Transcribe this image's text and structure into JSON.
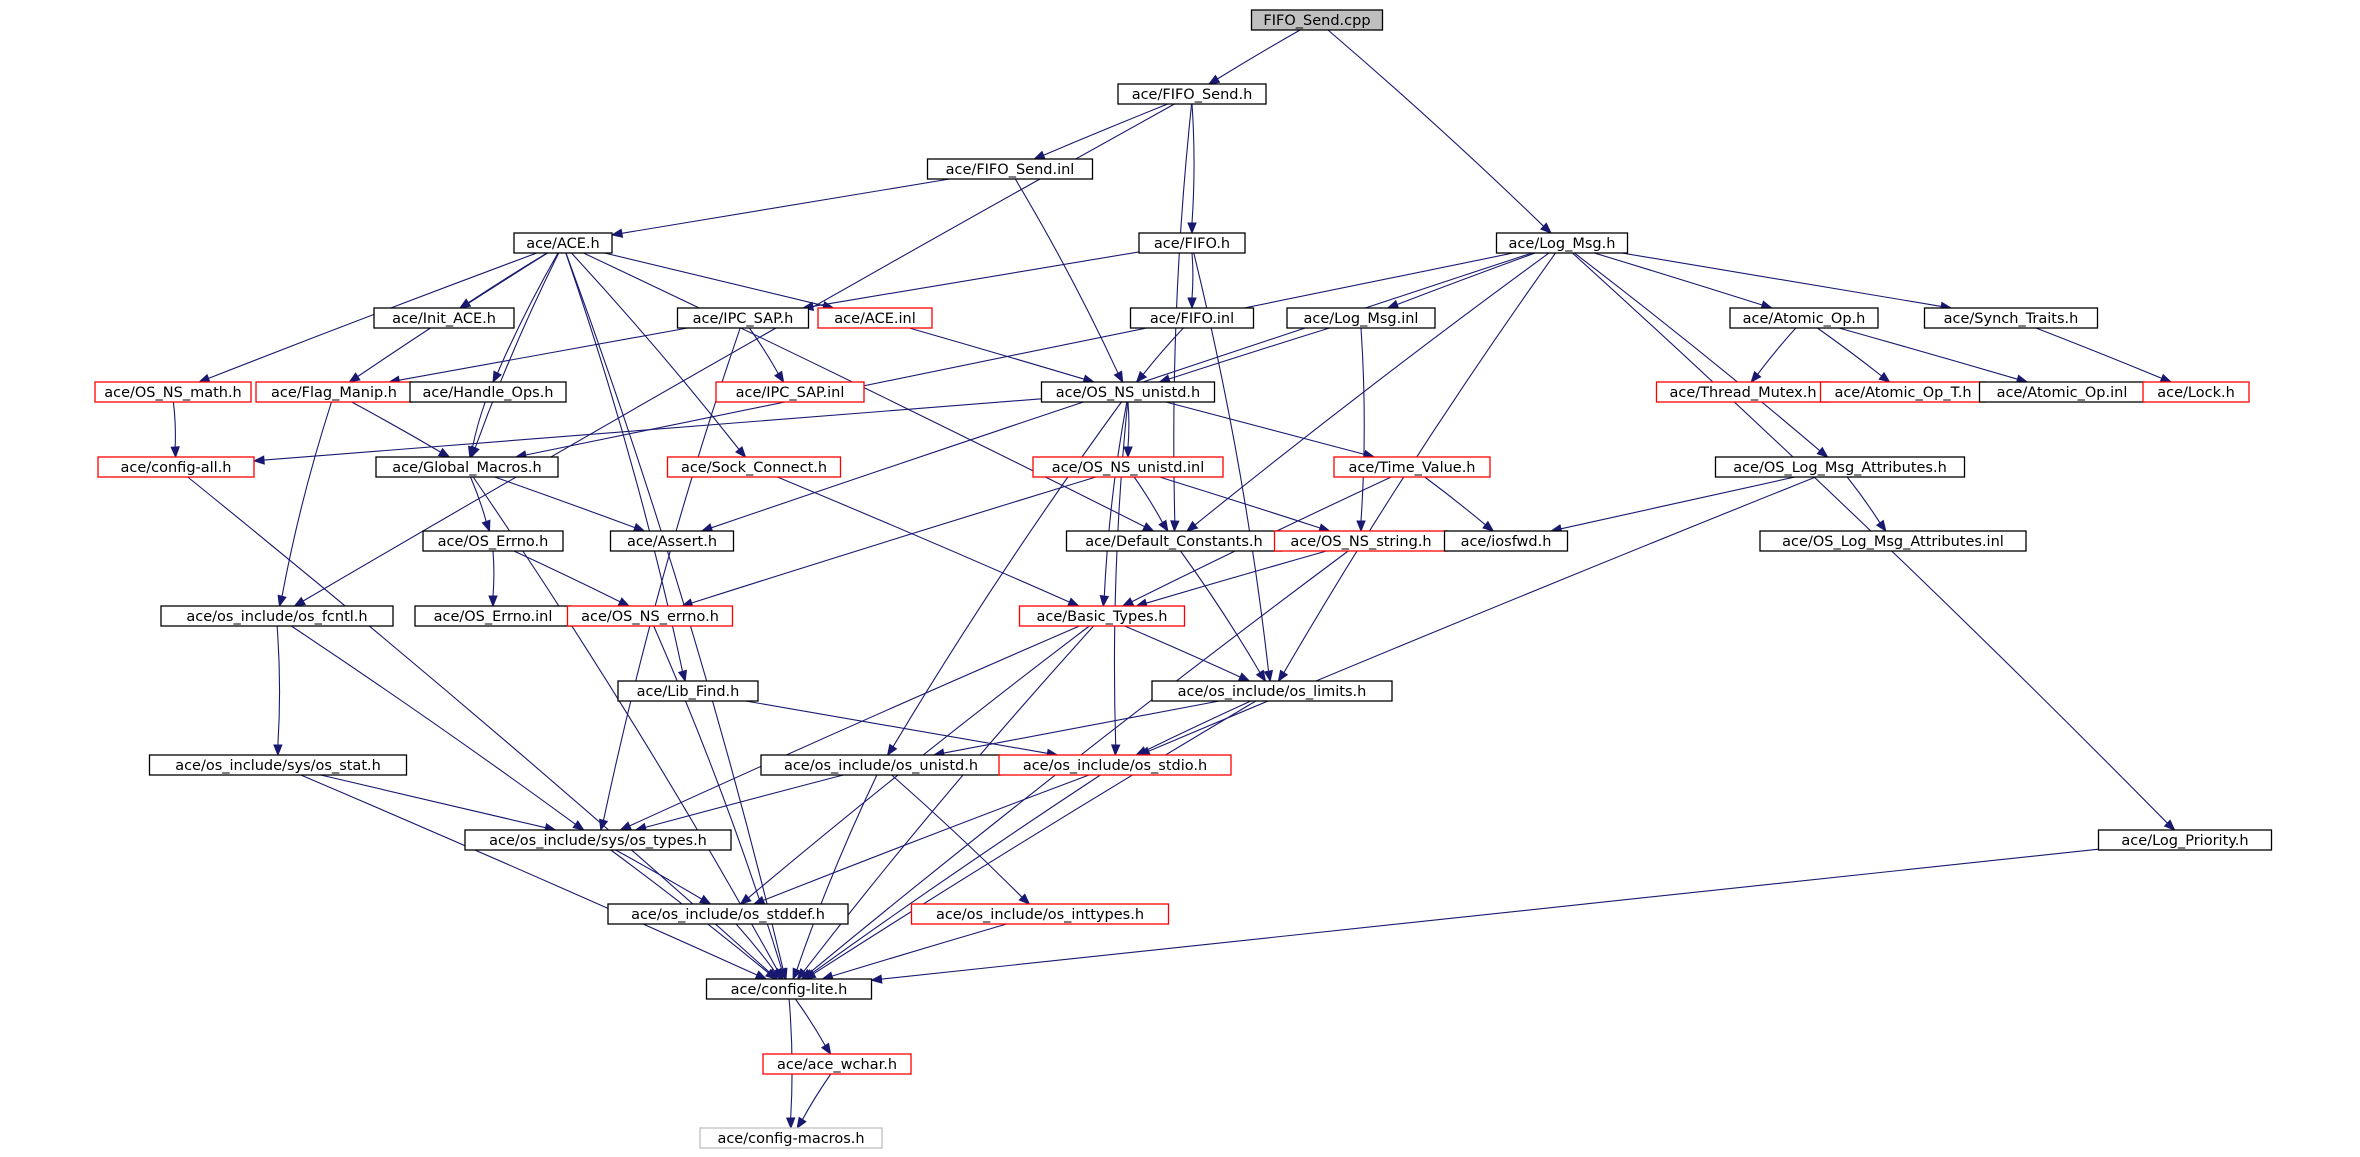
{
  "graph": {
    "style": {
      "edge_color": "#191970",
      "border_colors": {
        "normal": "#000000",
        "truncated": "#ff0000",
        "external": "#bfbfbf"
      },
      "root_fill": "#bfbfbf"
    },
    "nodes": [
      {
        "id": "n_fifo_send_cpp",
        "label": "FIFO_Send.cpp",
        "kind": "root"
      },
      {
        "id": "n_fifo_send_h",
        "label": "ace/FIFO_Send.h",
        "kind": "normal"
      },
      {
        "id": "n_fifo_send_inl",
        "label": "ace/FIFO_Send.inl",
        "kind": "normal"
      },
      {
        "id": "n_ace_h",
        "label": "ace/ACE.h",
        "kind": "normal"
      },
      {
        "id": "n_fifo_h",
        "label": "ace/FIFO.h",
        "kind": "normal"
      },
      {
        "id": "n_log_msg_h",
        "label": "ace/Log_Msg.h",
        "kind": "normal"
      },
      {
        "id": "n_init_ace_h",
        "label": "ace/Init_ACE.h",
        "kind": "normal"
      },
      {
        "id": "n_ipc_sap_h",
        "label": "ace/IPC_SAP.h",
        "kind": "normal"
      },
      {
        "id": "n_ace_inl",
        "label": "ace/ACE.inl",
        "kind": "truncated"
      },
      {
        "id": "n_fifo_inl",
        "label": "ace/FIFO.inl",
        "kind": "normal"
      },
      {
        "id": "n_log_msg_inl",
        "label": "ace/Log_Msg.inl",
        "kind": "normal"
      },
      {
        "id": "n_atomic_op_h",
        "label": "ace/Atomic_Op.h",
        "kind": "normal"
      },
      {
        "id": "n_synch_traits_h",
        "label": "ace/Synch_Traits.h",
        "kind": "normal"
      },
      {
        "id": "n_os_ns_math_h",
        "label": "ace/OS_NS_math.h",
        "kind": "truncated"
      },
      {
        "id": "n_flag_manip_h",
        "label": "ace/Flag_Manip.h",
        "kind": "truncated"
      },
      {
        "id": "n_handle_ops_h",
        "label": "ace/Handle_Ops.h",
        "kind": "normal"
      },
      {
        "id": "n_ipc_sap_inl",
        "label": "ace/IPC_SAP.inl",
        "kind": "truncated"
      },
      {
        "id": "n_os_ns_unistd_h",
        "label": "ace/OS_NS_unistd.h",
        "kind": "normal"
      },
      {
        "id": "n_thread_mutex_h",
        "label": "ace/Thread_Mutex.h",
        "kind": "truncated"
      },
      {
        "id": "n_atomic_op_t_h",
        "label": "ace/Atomic_Op_T.h",
        "kind": "truncated"
      },
      {
        "id": "n_atomic_op_inl",
        "label": "ace/Atomic_Op.inl",
        "kind": "normal"
      },
      {
        "id": "n_lock_h",
        "label": "ace/Lock.h",
        "kind": "truncated"
      },
      {
        "id": "n_config_all_h",
        "label": "ace/config-all.h",
        "kind": "truncated"
      },
      {
        "id": "n_global_macros_h",
        "label": "ace/Global_Macros.h",
        "kind": "normal"
      },
      {
        "id": "n_sock_connect_h",
        "label": "ace/Sock_Connect.h",
        "kind": "truncated"
      },
      {
        "id": "n_os_ns_unistd_inl",
        "label": "ace/OS_NS_unistd.inl",
        "kind": "truncated"
      },
      {
        "id": "n_time_value_h",
        "label": "ace/Time_Value.h",
        "kind": "truncated"
      },
      {
        "id": "n_os_log_msg_attributes_h",
        "label": "ace/OS_Log_Msg_Attributes.h",
        "kind": "normal"
      },
      {
        "id": "n_os_errno_h",
        "label": "ace/OS_Errno.h",
        "kind": "normal"
      },
      {
        "id": "n_assert_h",
        "label": "ace/Assert.h",
        "kind": "normal"
      },
      {
        "id": "n_default_constants_h",
        "label": "ace/Default_Constants.h",
        "kind": "normal"
      },
      {
        "id": "n_os_ns_string_h",
        "label": "ace/OS_NS_string.h",
        "kind": "truncated"
      },
      {
        "id": "n_iosfwd_h",
        "label": "ace/iosfwd.h",
        "kind": "normal"
      },
      {
        "id": "n_os_log_msg_attributes_inl",
        "label": "ace/OS_Log_Msg_Attributes.inl",
        "kind": "normal"
      },
      {
        "id": "n_os_fcntl_h",
        "label": "ace/os_include/os_fcntl.h",
        "kind": "normal"
      },
      {
        "id": "n_os_errno_inl",
        "label": "ace/OS_Errno.inl",
        "kind": "normal"
      },
      {
        "id": "n_os_ns_errno_h",
        "label": "ace/OS_NS_errno.h",
        "kind": "truncated"
      },
      {
        "id": "n_basic_types_h",
        "label": "ace/Basic_Types.h",
        "kind": "truncated"
      },
      {
        "id": "n_lib_find_h",
        "label": "ace/Lib_Find.h",
        "kind": "normal"
      },
      {
        "id": "n_os_limits_h",
        "label": "ace/os_include/os_limits.h",
        "kind": "normal"
      },
      {
        "id": "n_sys_os_stat_h",
        "label": "ace/os_include/sys/os_stat.h",
        "kind": "normal"
      },
      {
        "id": "n_os_unistd_h",
        "label": "ace/os_include/os_unistd.h",
        "kind": "normal"
      },
      {
        "id": "n_os_stdio_h",
        "label": "ace/os_include/os_stdio.h",
        "kind": "truncated"
      },
      {
        "id": "n_sys_os_types_h",
        "label": "ace/os_include/sys/os_types.h",
        "kind": "normal"
      },
      {
        "id": "n_log_priority_h",
        "label": "ace/Log_Priority.h",
        "kind": "normal"
      },
      {
        "id": "n_os_stddef_h",
        "label": "ace/os_include/os_stddef.h",
        "kind": "normal"
      },
      {
        "id": "n_os_inttypes_h",
        "label": "ace/os_include/os_inttypes.h",
        "kind": "truncated"
      },
      {
        "id": "n_config_lite_h",
        "label": "ace/config-lite.h",
        "kind": "normal"
      },
      {
        "id": "n_ace_wchar_h",
        "label": "ace/ace_wchar.h",
        "kind": "truncated"
      },
      {
        "id": "n_config_macros_h",
        "label": "ace/config-macros.h",
        "kind": "external"
      }
    ],
    "edges": [
      [
        "n_fifo_send_cpp",
        "n_fifo_send_h"
      ],
      [
        "n_fifo_send_cpp",
        "n_log_msg_h"
      ],
      [
        "n_fifo_send_h",
        "n_fifo_send_inl"
      ],
      [
        "n_fifo_send_h",
        "n_fifo_h"
      ],
      [
        "n_fifo_send_h",
        "n_default_constants_h"
      ],
      [
        "n_fifo_send_h",
        "n_os_fcntl_h"
      ],
      [
        "n_fifo_send_inl",
        "n_ace_h"
      ],
      [
        "n_fifo_send_inl",
        "n_os_ns_unistd_h"
      ],
      [
        "n_ace_h",
        "n_init_ace_h"
      ],
      [
        "n_ace_h",
        "n_ace_inl"
      ],
      [
        "n_ace_h",
        "n_os_ns_math_h"
      ],
      [
        "n_ace_h",
        "n_flag_manip_h"
      ],
      [
        "n_ace_h",
        "n_handle_ops_h"
      ],
      [
        "n_ace_h",
        "n_sock_connect_h"
      ],
      [
        "n_ace_h",
        "n_lib_find_h"
      ],
      [
        "n_ace_h",
        "n_default_constants_h"
      ],
      [
        "n_ace_h",
        "n_config_lite_h"
      ],
      [
        "n_ace_h",
        "n_global_macros_h"
      ],
      [
        "n_fifo_h",
        "n_ipc_sap_h"
      ],
      [
        "n_fifo_h",
        "n_fifo_inl"
      ],
      [
        "n_fifo_h",
        "n_os_limits_h"
      ],
      [
        "n_log_msg_h",
        "n_log_msg_inl"
      ],
      [
        "n_log_msg_h",
        "n_atomic_op_h"
      ],
      [
        "n_log_msg_h",
        "n_synch_traits_h"
      ],
      [
        "n_log_msg_h",
        "n_os_log_msg_attributes_h"
      ],
      [
        "n_log_msg_h",
        "n_log_priority_h"
      ],
      [
        "n_log_msg_h",
        "n_default_constants_h"
      ],
      [
        "n_log_msg_h",
        "n_os_limits_h"
      ],
      [
        "n_log_msg_h",
        "n_global_macros_h"
      ],
      [
        "n_log_msg_h",
        "n_assert_h"
      ],
      [
        "n_ipc_sap_h",
        "n_flag_manip_h"
      ],
      [
        "n_ipc_sap_h",
        "n_ipc_sap_inl"
      ],
      [
        "n_ipc_sap_h",
        "n_sys_os_types_h"
      ],
      [
        "n_ace_inl",
        "n_os_ns_unistd_h"
      ],
      [
        "n_fifo_inl",
        "n_os_ns_unistd_h"
      ],
      [
        "n_log_msg_inl",
        "n_os_ns_unistd_h"
      ],
      [
        "n_log_msg_inl",
        "n_os_ns_string_h"
      ],
      [
        "n_atomic_op_h",
        "n_thread_mutex_h"
      ],
      [
        "n_atomic_op_h",
        "n_atomic_op_t_h"
      ],
      [
        "n_atomic_op_h",
        "n_atomic_op_inl"
      ],
      [
        "n_synch_traits_h",
        "n_lock_h"
      ],
      [
        "n_os_ns_math_h",
        "n_config_all_h"
      ],
      [
        "n_flag_manip_h",
        "n_global_macros_h"
      ],
      [
        "n_flag_manip_h",
        "n_os_fcntl_h"
      ],
      [
        "n_handle_ops_h",
        "n_global_macros_h"
      ],
      [
        "n_os_ns_unistd_h",
        "n_config_all_h"
      ],
      [
        "n_os_ns_unistd_h",
        "n_os_ns_unistd_inl"
      ],
      [
        "n_os_ns_unistd_h",
        "n_time_value_h"
      ],
      [
        "n_os_ns_unistd_h",
        "n_basic_types_h"
      ],
      [
        "n_os_ns_unistd_h",
        "n_os_unistd_h"
      ],
      [
        "n_os_ns_unistd_h",
        "n_os_stdio_h"
      ],
      [
        "n_config_all_h",
        "n_config_lite_h"
      ],
      [
        "n_global_macros_h",
        "n_os_errno_h"
      ],
      [
        "n_global_macros_h",
        "n_assert_h"
      ],
      [
        "n_global_macros_h",
        "n_config_lite_h"
      ],
      [
        "n_sock_connect_h",
        "n_basic_types_h"
      ],
      [
        "n_os_ns_unistd_inl",
        "n_default_constants_h"
      ],
      [
        "n_os_ns_unistd_inl",
        "n_os_ns_string_h"
      ],
      [
        "n_os_ns_unistd_inl",
        "n_os_ns_errno_h"
      ],
      [
        "n_time_value_h",
        "n_iosfwd_h"
      ],
      [
        "n_time_value_h",
        "n_basic_types_h"
      ],
      [
        "n_os_log_msg_attributes_h",
        "n_iosfwd_h"
      ],
      [
        "n_os_log_msg_attributes_h",
        "n_os_log_msg_attributes_inl"
      ],
      [
        "n_os_log_msg_attributes_h",
        "n_os_stdio_h"
      ],
      [
        "n_os_errno_h",
        "n_os_errno_inl"
      ],
      [
        "n_os_errno_h",
        "n_os_ns_errno_h"
      ],
      [
        "n_default_constants_h",
        "n_os_limits_h"
      ],
      [
        "n_os_ns_string_h",
        "n_basic_types_h"
      ],
      [
        "n_os_ns_string_h",
        "n_config_lite_h"
      ],
      [
        "n_os_fcntl_h",
        "n_sys_os_stat_h"
      ],
      [
        "n_os_fcntl_h",
        "n_sys_os_types_h"
      ],
      [
        "n_os_ns_errno_h",
        "n_config_lite_h"
      ],
      [
        "n_basic_types_h",
        "n_os_limits_h"
      ],
      [
        "n_basic_types_h",
        "n_sys_os_types_h"
      ],
      [
        "n_basic_types_h",
        "n_os_stddef_h"
      ],
      [
        "n_basic_types_h",
        "n_config_lite_h"
      ],
      [
        "n_lib_find_h",
        "n_os_stdio_h"
      ],
      [
        "n_os_limits_h",
        "n_os_unistd_h"
      ],
      [
        "n_os_limits_h",
        "n_os_stdio_h"
      ],
      [
        "n_os_limits_h",
        "n_config_lite_h"
      ],
      [
        "n_sys_os_stat_h",
        "n_sys_os_types_h"
      ],
      [
        "n_sys_os_stat_h",
        "n_config_lite_h"
      ],
      [
        "n_os_unistd_h",
        "n_sys_os_types_h"
      ],
      [
        "n_os_unistd_h",
        "n_os_inttypes_h"
      ],
      [
        "n_os_unistd_h",
        "n_config_lite_h"
      ],
      [
        "n_os_stdio_h",
        "n_os_stddef_h"
      ],
      [
        "n_os_stdio_h",
        "n_config_lite_h"
      ],
      [
        "n_sys_os_types_h",
        "n_os_stddef_h"
      ],
      [
        "n_sys_os_types_h",
        "n_config_lite_h"
      ],
      [
        "n_log_priority_h",
        "n_config_lite_h"
      ],
      [
        "n_os_stddef_h",
        "n_config_lite_h"
      ],
      [
        "n_os_inttypes_h",
        "n_config_lite_h"
      ],
      [
        "n_config_lite_h",
        "n_ace_wchar_h"
      ],
      [
        "n_config_lite_h",
        "n_config_macros_h"
      ],
      [
        "n_ace_wchar_h",
        "n_config_macros_h"
      ]
    ]
  }
}
